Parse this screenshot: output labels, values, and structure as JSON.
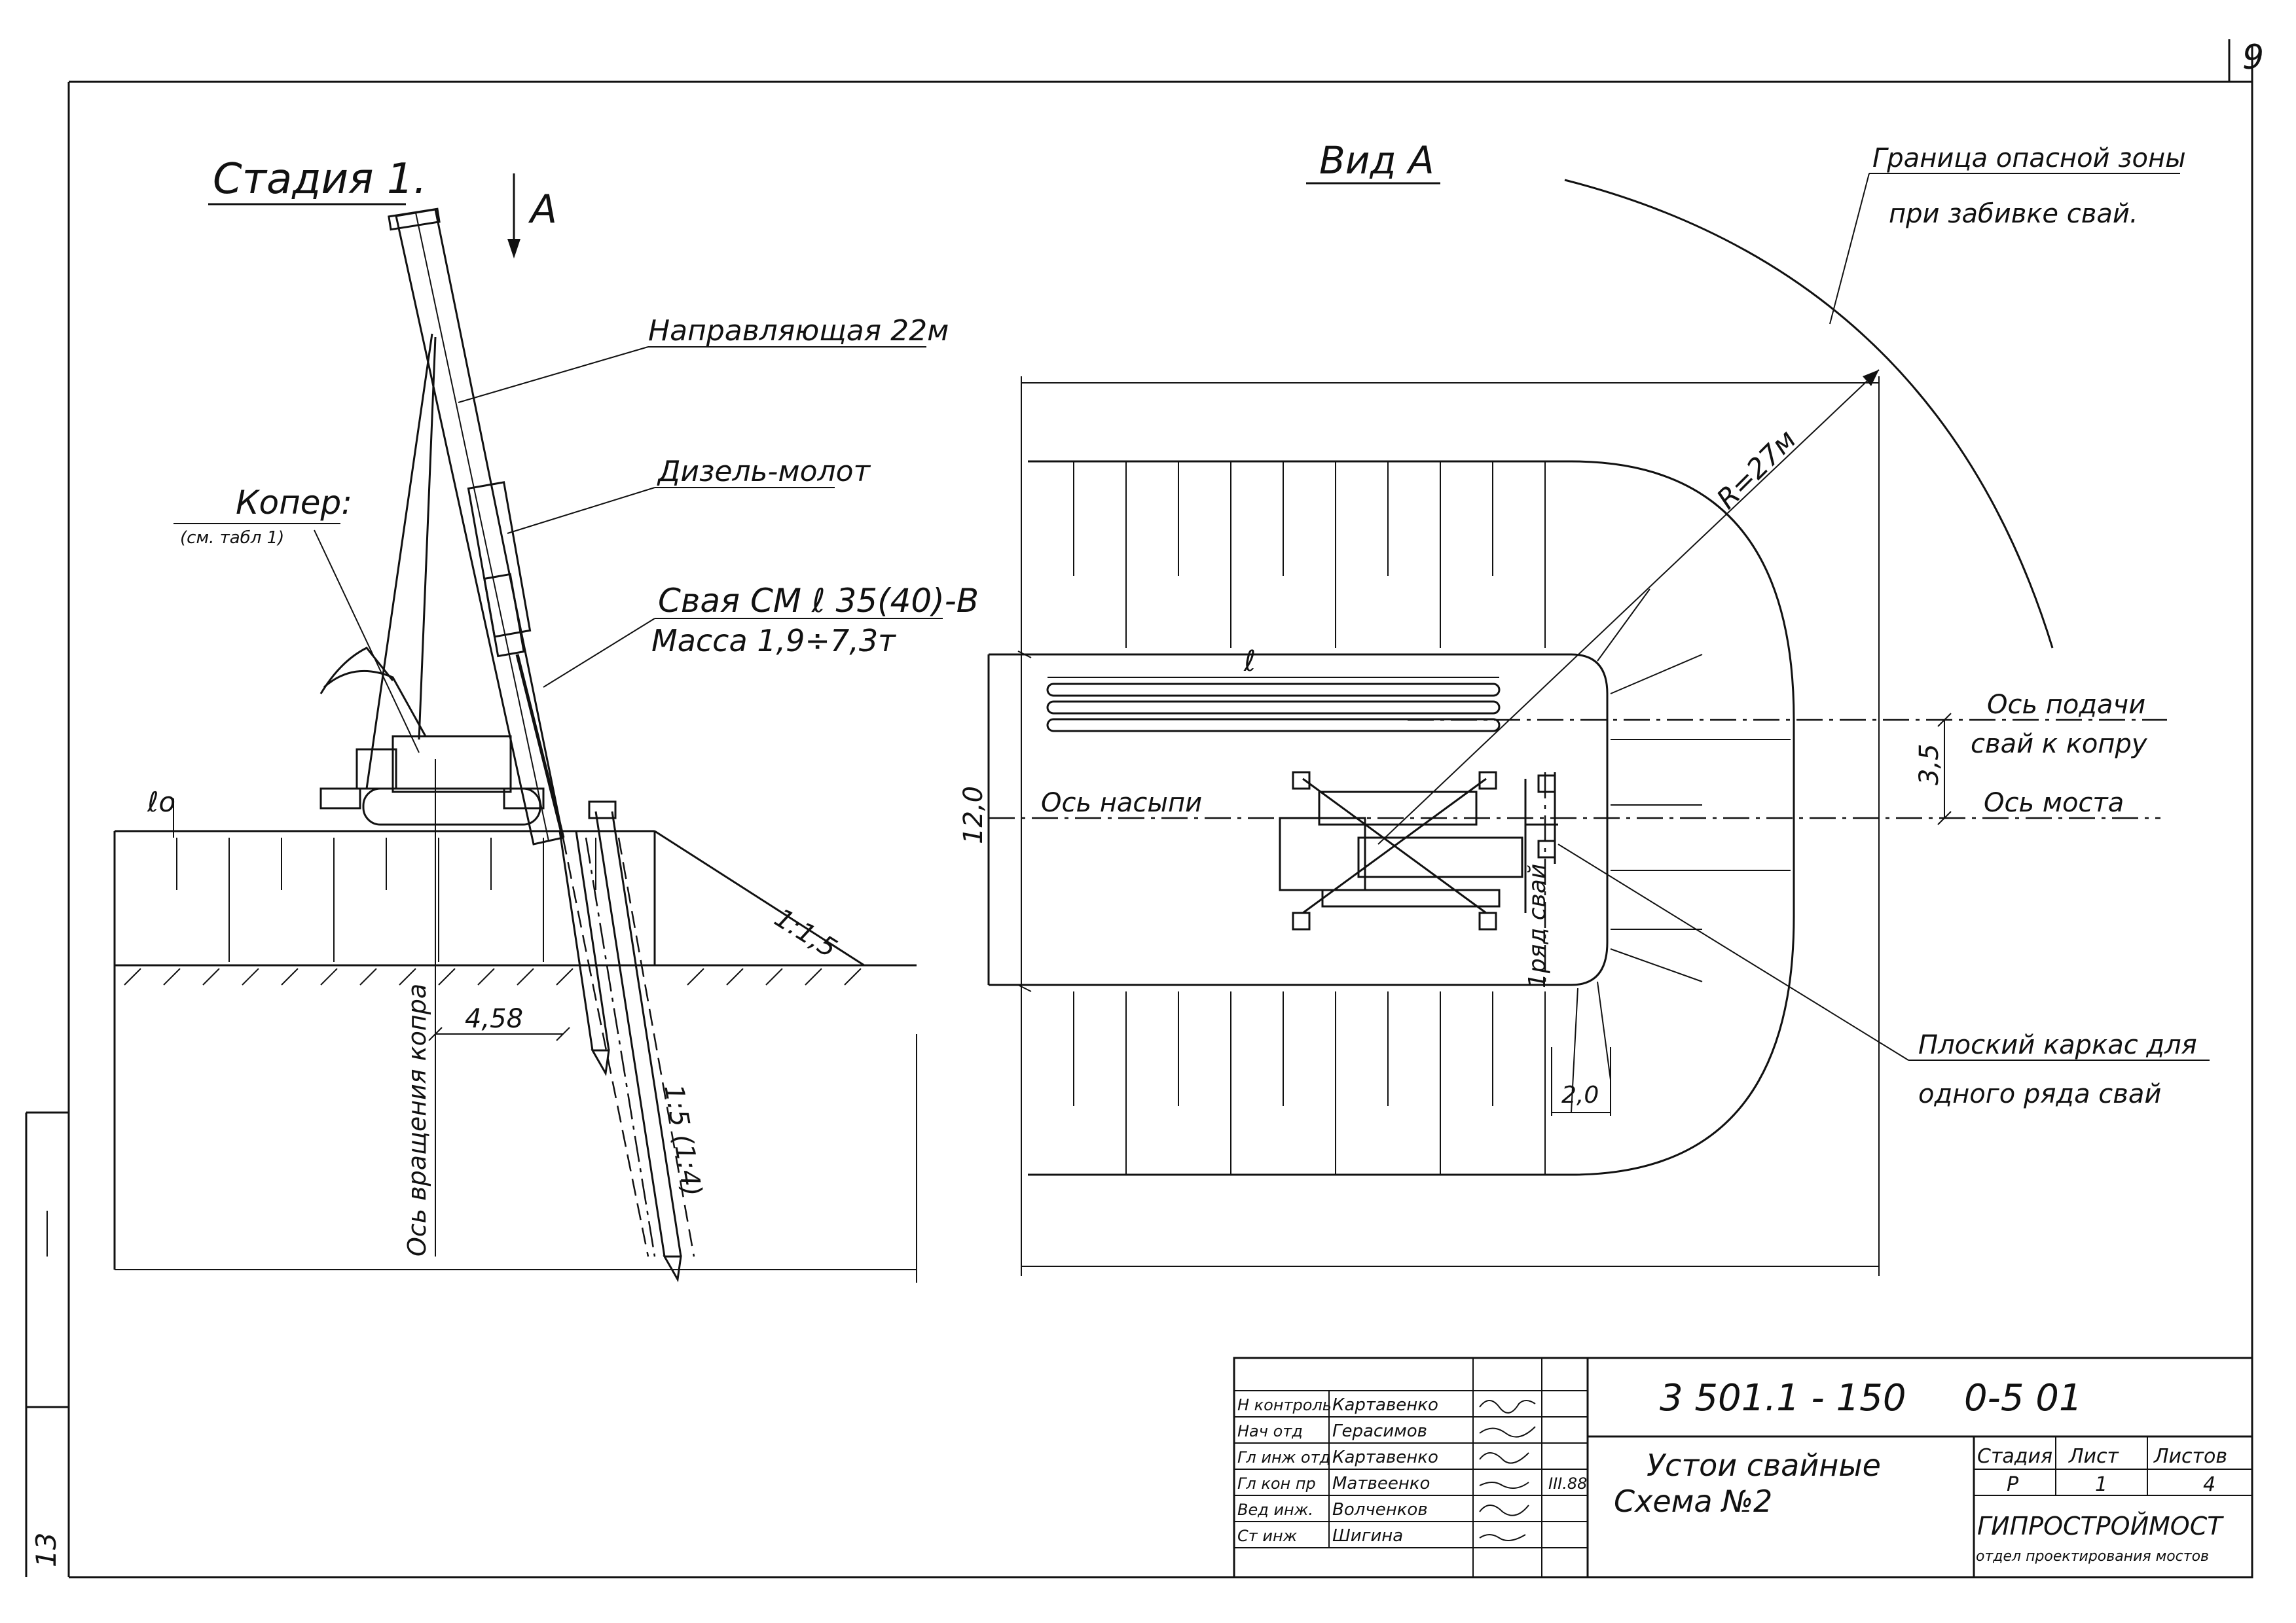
{
  "page_number": "9",
  "left": {
    "stage_title": "Стадия 1.",
    "view_marker": "А",
    "labels": {
      "guide": "Направляющая 22м",
      "hammer": "Дизель-молот",
      "koper": "Копер:",
      "koper_note": "(см. табл 1)",
      "pile": "Свая СМ ℓ 35(40)-В",
      "mass": "Масса 1,9÷7,3т",
      "e0": "ℓо",
      "slope": "1:1,5",
      "dim_458": "4,58",
      "rotation_axis": "Ось вращения копра",
      "pile_slope": "1:5 (1:4)"
    }
  },
  "right": {
    "view_title": "Вид А",
    "labels": {
      "danger_zone_1": "Граница опасной зоны",
      "danger_zone_2": "при забивке свай.",
      "radius": "R=27м",
      "length": "ℓ",
      "dim_12": "12,0",
      "embankment_axis": "Ось насыпи",
      "feed_axis_1": "Ось подачи",
      "feed_axis_2": "свай к копру",
      "dim_35": "3,5",
      "bridge_axis": "Ось моста",
      "row": "1ряд свай",
      "frame_1": "Плоский каркас для",
      "frame_2": "одного ряда свай",
      "dim_20": "2,0"
    }
  },
  "title_block": {
    "roles": [
      "Н контроль",
      "Нач отд",
      "Гл инж отд",
      "Гл кон пр",
      "Вед инж.",
      "Ст инж"
    ],
    "names": [
      "Картавенко",
      "Герасимов",
      "Картавенко",
      "Матвеенко",
      "Волченков",
      "Шигина"
    ],
    "date": "III.88",
    "doc_code": "3 501.1 - 150",
    "doc_suffix": "0-5 01",
    "title_1": "Устои свайные",
    "title_2": "Схема №2",
    "headers": [
      "Стадия",
      "Лист",
      "Листов"
    ],
    "values": [
      "Р",
      "1",
      "4"
    ],
    "org": "ГИПРОСТРОЙМОСТ",
    "dept": "отдел проектирования мостов"
  },
  "margin_note": "13"
}
